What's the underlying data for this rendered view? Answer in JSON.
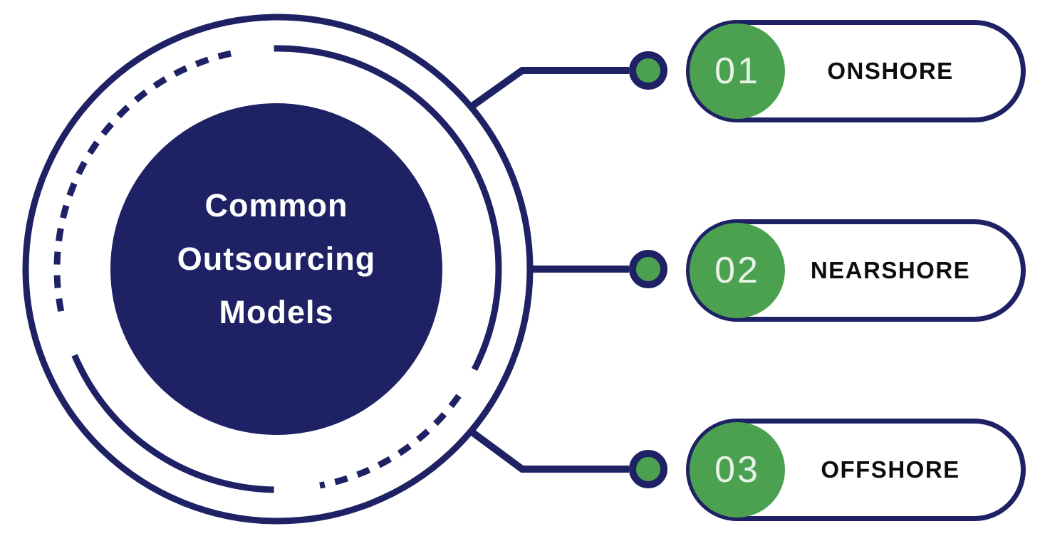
{
  "title": {
    "lines": [
      "Common",
      "Outsourcing",
      "Models"
    ]
  },
  "items": [
    {
      "number": "01",
      "label": "ONSHORE"
    },
    {
      "number": "02",
      "label": "NEARSHORE"
    },
    {
      "number": "03",
      "label": "OFFSHORE"
    }
  ],
  "colors": {
    "navy": "#1e2264",
    "green": "#4ba150",
    "number_text": "#e9f2e7",
    "label_text": "#0d0d0d",
    "bg": "#ffffff",
    "title_text": "#ffffff"
  }
}
